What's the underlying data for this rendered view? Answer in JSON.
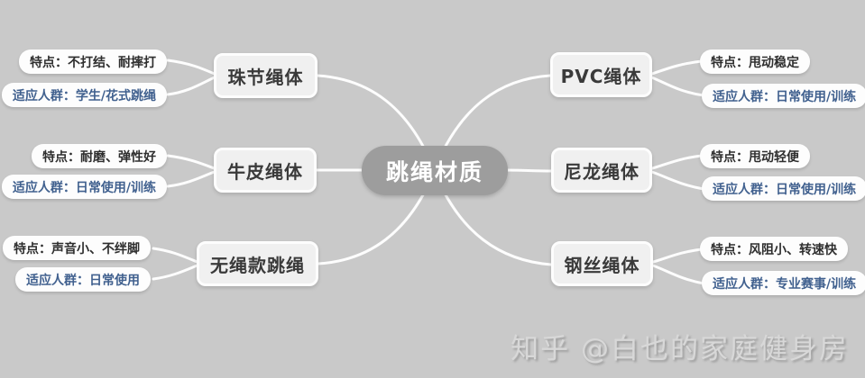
{
  "root": {
    "label": "跳绳材质"
  },
  "branches": [
    {
      "id": "beaded",
      "side": "left",
      "node": "珠节绳体",
      "feature": "特点：不打结、耐摔打",
      "audience": "适应人群：学生/花式跳绳"
    },
    {
      "id": "leather",
      "side": "left",
      "node": "牛皮绳体",
      "feature": "特点：耐磨、弹性好",
      "audience": "适应人群：日常使用/训练"
    },
    {
      "id": "cordless",
      "side": "left",
      "node": "无绳款跳绳",
      "feature": "特点：声音小、不绊脚",
      "audience": "适应人群：日常使用"
    },
    {
      "id": "pvc",
      "side": "right",
      "node": "PVC绳体",
      "feature": "特点：甩动稳定",
      "audience": "适应人群：日常使用/训练"
    },
    {
      "id": "nylon",
      "side": "right",
      "node": "尼龙绳体",
      "feature": "特点：甩动轻便",
      "audience": "适应人群：日常使用/训练"
    },
    {
      "id": "steel",
      "side": "right",
      "node": "钢丝绳体",
      "feature": "特点：风阻小、转速快",
      "audience": "适应人群：专业赛事/训练"
    }
  ],
  "watermark": {
    "text": "知乎 @白也的家庭健身房"
  },
  "colors": {
    "background": "#c9c9c9",
    "root_fill": "#9d9d9d",
    "root_text": "#ffffff",
    "node_fill": "#f0f0f0",
    "node_border": "#fdfdfd",
    "node_text": "#3a3a3a",
    "leaf_fill": "#fdfdfd",
    "feature_text": "#2e2e2e",
    "audience_text": "#41618f",
    "connector": "#fdfdfd"
  }
}
